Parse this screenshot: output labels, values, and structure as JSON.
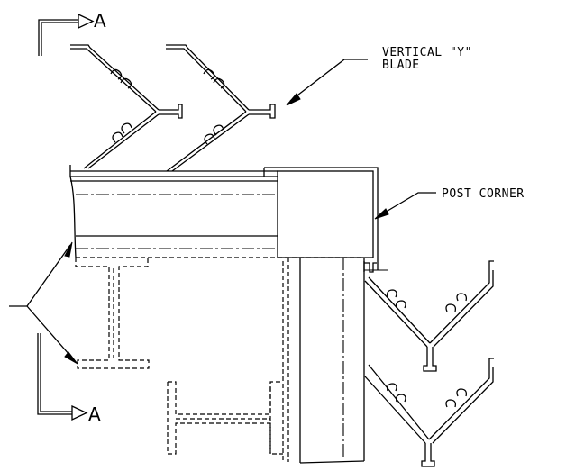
{
  "labels": {
    "vertical_blade_line1": "VERTICAL \"Y\"",
    "vertical_blade_line2": "BLADE",
    "post_corner": "POST CORNER",
    "section_top": "A",
    "section_bottom": "A"
  }
}
